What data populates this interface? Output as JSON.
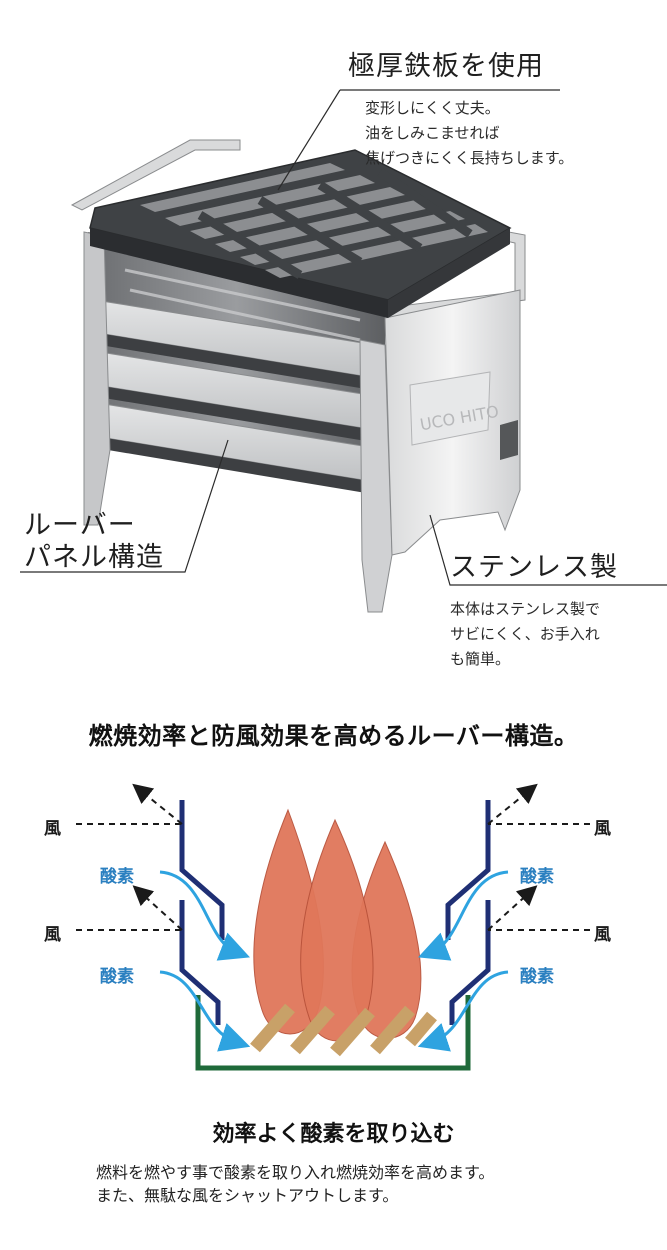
{
  "top_section": {
    "callouts": [
      {
        "id": "thick-iron",
        "title": "極厚鉄板を使用",
        "lines": [
          "変形しにくく丈夫。",
          "油をしみこませれば",
          "焦げつきにくく長持ちします。"
        ]
      },
      {
        "id": "louver",
        "title_lines": [
          "ルーバー",
          "パネル構造"
        ]
      },
      {
        "id": "stainless",
        "title": "ステンレス製",
        "lines": [
          "本体はステンレス製で",
          "サビにくく、お手入れ",
          "も簡単。"
        ]
      }
    ],
    "embossed_logo": "UCO HITO"
  },
  "bottom_section": {
    "headline": "燃焼効率と防風効果を高めるルーバー構造。",
    "diagram": {
      "wind_label": "風",
      "oxygen_label": "酸素",
      "colors": {
        "wall": "#1f2f74",
        "oxygen_arrow": "#2ea3e0",
        "flame": "#e0775a",
        "fuel": "#c8a168",
        "base": "#1f6a3a"
      }
    },
    "subheadline": "効率よく酸素を取り込む",
    "body_lines": [
      "燃料を燃やす事で酸素を取り入れ燃焼効率を高めます。",
      "また、無駄な風をシャットアウトします。"
    ]
  }
}
